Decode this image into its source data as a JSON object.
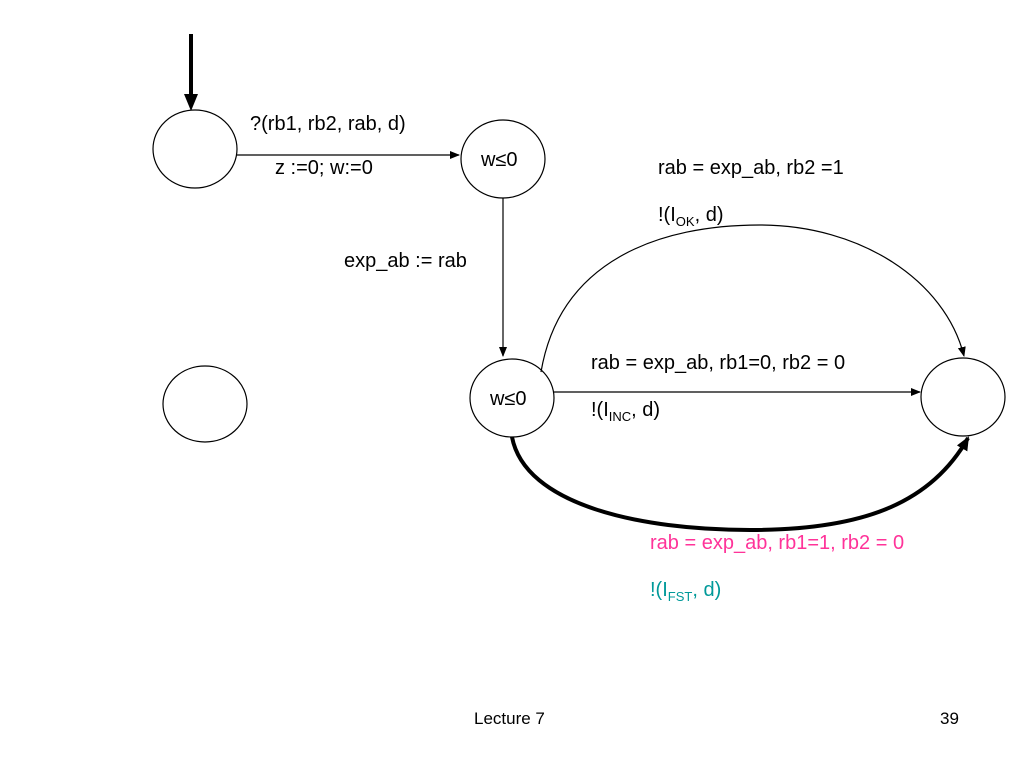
{
  "colors": {
    "ink": "#000000",
    "highlight_guard": "#ff3399",
    "highlight_action": "#009999"
  },
  "states": {
    "s2": {
      "invariant": "w≤0"
    },
    "s3": {
      "invariant": "w≤0"
    }
  },
  "edges": {
    "init_to_s2": {
      "input": "?(rb1, rb2, rab, d)",
      "reset": "z :=0; w:=0"
    },
    "s2_to_s3": {
      "update": "exp_ab := rab"
    },
    "s3_to_s5_top": {
      "guard": "rab = exp_ab, rb2 =1",
      "action_prefix": "!(I",
      "action_sub": "OK",
      "action_suffix": ", d)"
    },
    "s3_to_s5_middle": {
      "guard": "rab = exp_ab, rb1=0, rb2 = 0",
      "action_prefix": "!(I",
      "action_sub": "INC",
      "action_suffix": ", d)"
    },
    "s3_to_s5_bottom": {
      "guard": "rab = exp_ab, rb1=1, rb2 = 0",
      "action_prefix": "!(I",
      "action_sub": "FST",
      "action_suffix": ", d)"
    }
  },
  "footer": {
    "left": "Lecture 7",
    "right": "39"
  }
}
